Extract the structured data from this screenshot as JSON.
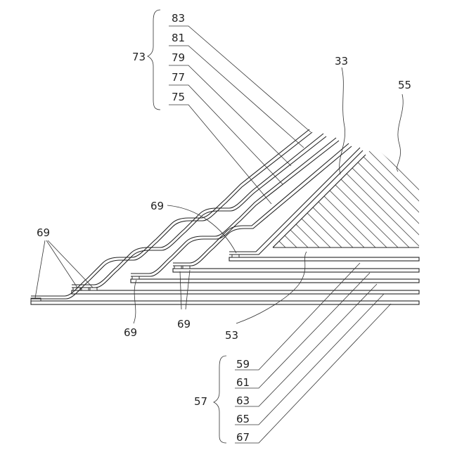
{
  "labels": {
    "l83": "83",
    "l81": "81",
    "l79": "79",
    "l77": "77",
    "l75": "75",
    "l73": "73",
    "l33": "33",
    "l55": "55",
    "l69_top": "69",
    "l69_left": "69",
    "l69_bottom_left": "69",
    "l69_bottom_mid": "69",
    "l53": "53",
    "l59": "59",
    "l61": "61",
    "l63": "63",
    "l65": "65",
    "l67": "67",
    "l57": "57"
  }
}
